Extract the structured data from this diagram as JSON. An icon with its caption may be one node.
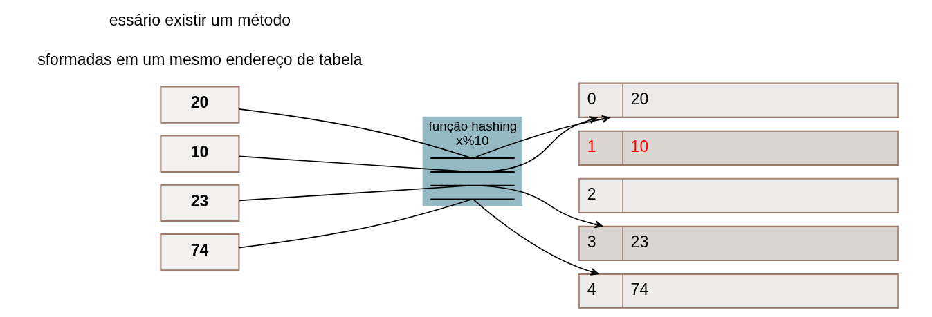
{
  "diagram": {
    "nodes": [
      {
        "text": [
          "20"
        ]
      },
      {
        "text": [
          "10"
        ]
      },
      {
        "text": [
          "23"
        ]
      },
      {
        "text": [
          "74"
        ]
      },
      {
        "text": [
          "função hashing",
          "x%10"
        ]
      },
      {
        "text": [],
        "shape": "bar",
        "in": 4
      },
      {
        "text": [],
        "shape": "bar",
        "in": 4
      },
      {
        "text": [],
        "shape": "bar",
        "in": 4
      },
      {
        "text": [],
        "shape": "bar",
        "in": 4
      },
      {
        "text": [
          "0",
          "20"
        ]
      },
      {
        "text": [
          "1",
          "10"
        ]
      },
      {
        "text": [
          "2"
        ]
      },
      {
        "text": [
          "3",
          "23"
        ]
      },
      {
        "text": [
          "4",
          "74"
        ]
      }
    ],
    "edges": [
      {
        "from": 0,
        "to": 5,
        "arrow": "none"
      },
      {
        "from": 5,
        "to": 9,
        "arrow": "to"
      },
      {
        "from": 1,
        "to": 6,
        "arrow": "none"
      },
      {
        "from": 6,
        "to": 9,
        "arrow": "to"
      },
      {
        "from": 2,
        "to": 7,
        "arrow": "none"
      },
      {
        "from": 7,
        "to": 12,
        "arrow": "to"
      },
      {
        "from": 3,
        "to": 8,
        "arrow": "none"
      },
      {
        "from": 8,
        "to": 13,
        "arrow": "to"
      }
    ],
    "labels": [
      "sformadas em um mesmo endereço de tabela",
      "essário existir um método"
    ]
  }
}
